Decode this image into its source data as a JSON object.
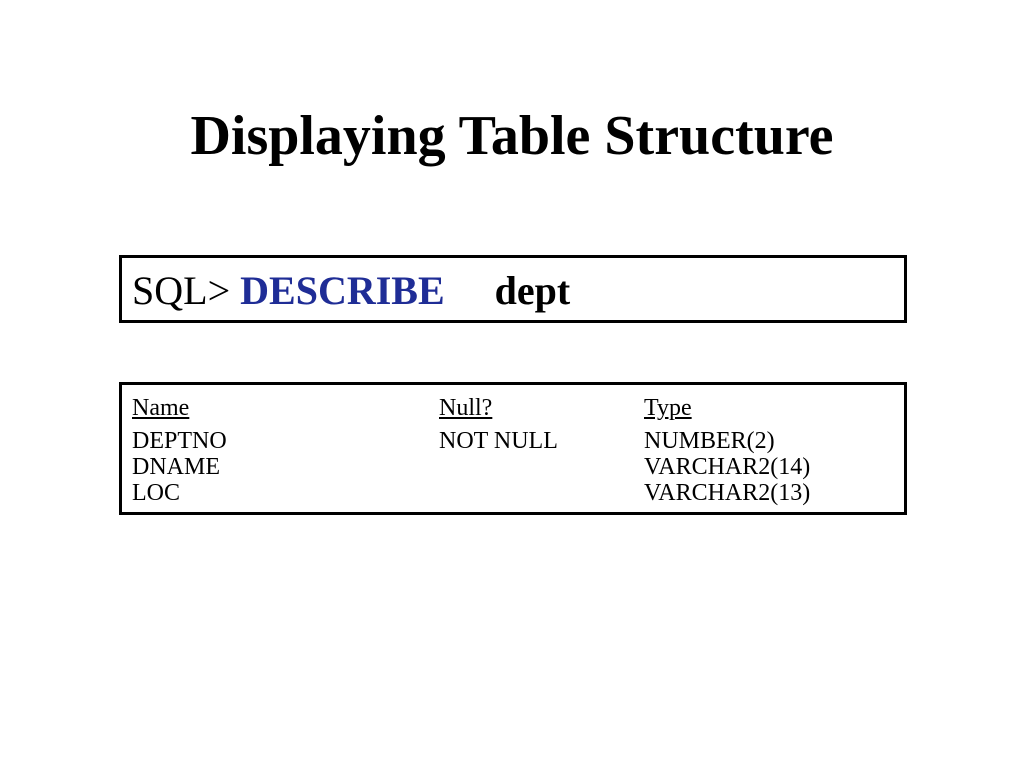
{
  "slide": {
    "title": "Displaying Table Structure"
  },
  "command": {
    "prompt": "SQL>",
    "keyword": "DESCRIBE",
    "table": "dept",
    "keyword_color": "#1f2d96"
  },
  "result": {
    "columns": [
      "Name",
      "Null?",
      "Type"
    ],
    "rows": [
      [
        "DEPTNO",
        "NOT NULL",
        "NUMBER(2)"
      ],
      [
        "DNAME",
        "",
        "VARCHAR2(14)"
      ],
      [
        "LOC",
        "",
        "VARCHAR2(13)"
      ]
    ]
  }
}
